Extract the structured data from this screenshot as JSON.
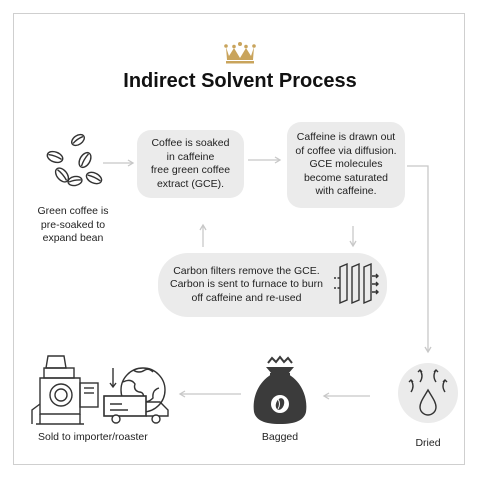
{
  "title": "Indirect Solvent Process",
  "steps": {
    "soak": "Coffee is soaked\nin caffeine\nfree green coffee\nextract (GCE).",
    "diffusion": "Caffeine is drawn out\nof coffee via diffusion.\nGCE molecules\nbecome saturated\nwith caffeine.",
    "carbon": "Carbon filters remove the GCE.\nCarbon is sent to furnace to burn\noff caffeine and re-used"
  },
  "captions": {
    "green_coffee": "Green coffee is\npre-soaked to\nexpand bean",
    "dried": "Dried",
    "bagged": "Bagged",
    "sold": "Sold to importer/roaster"
  },
  "icons": {
    "logo": "crown-icon",
    "beans": "coffee-beans-icon",
    "filter": "carbon-filter-icon",
    "dried": "steam-drop-icon",
    "bagged": "coffee-bag-icon",
    "roaster": "roaster-machine-icon",
    "shipping": "globe-truck-icon"
  },
  "colors": {
    "box_fill": "#ebebeb",
    "arrow": "#c8c8c8",
    "crown": "#c9a45c",
    "icon_dark": "#333333"
  }
}
